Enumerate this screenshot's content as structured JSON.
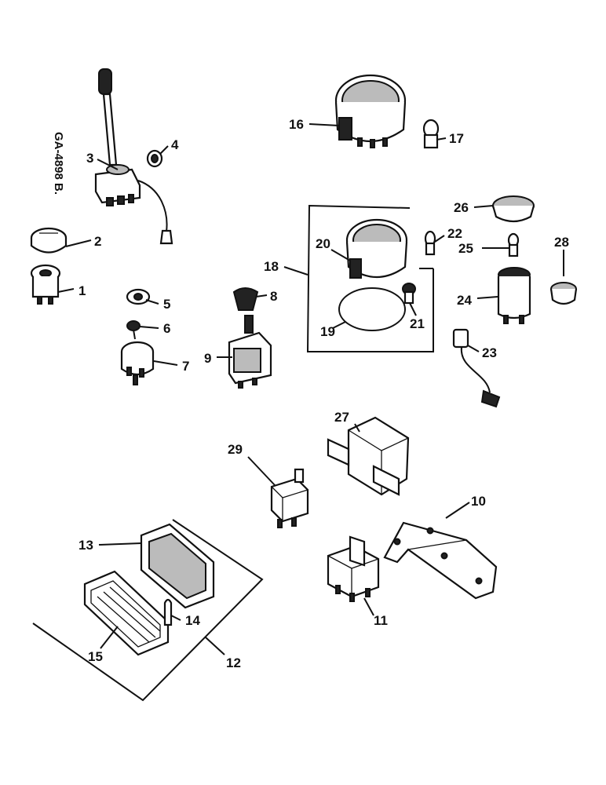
{
  "drawing_code": "GA-4898 B.",
  "callouts": [
    {
      "id": "c1",
      "label": "1"
    },
    {
      "id": "c2",
      "label": "2"
    },
    {
      "id": "c3",
      "label": "3"
    },
    {
      "id": "c4",
      "label": "4"
    },
    {
      "id": "c5",
      "label": "5"
    },
    {
      "id": "c6",
      "label": "6"
    },
    {
      "id": "c7",
      "label": "7"
    },
    {
      "id": "c8",
      "label": "8"
    },
    {
      "id": "c9",
      "label": "9"
    },
    {
      "id": "c10",
      "label": "10"
    },
    {
      "id": "c11",
      "label": "11"
    },
    {
      "id": "c12",
      "label": "12"
    },
    {
      "id": "c13",
      "label": "13"
    },
    {
      "id": "c14",
      "label": "14"
    },
    {
      "id": "c15",
      "label": "15"
    },
    {
      "id": "c16",
      "label": "16"
    },
    {
      "id": "c17",
      "label": "17"
    },
    {
      "id": "c18",
      "label": "18"
    },
    {
      "id": "c19",
      "label": "19"
    },
    {
      "id": "c20",
      "label": "20"
    },
    {
      "id": "c21",
      "label": "21"
    },
    {
      "id": "c22",
      "label": "22"
    },
    {
      "id": "c23",
      "label": "23"
    },
    {
      "id": "c24",
      "label": "24"
    },
    {
      "id": "c25",
      "label": "25"
    },
    {
      "id": "c26",
      "label": "26"
    },
    {
      "id": "c27",
      "label": "27"
    },
    {
      "id": "c28",
      "label": "28"
    },
    {
      "id": "c29",
      "label": "29"
    }
  ]
}
